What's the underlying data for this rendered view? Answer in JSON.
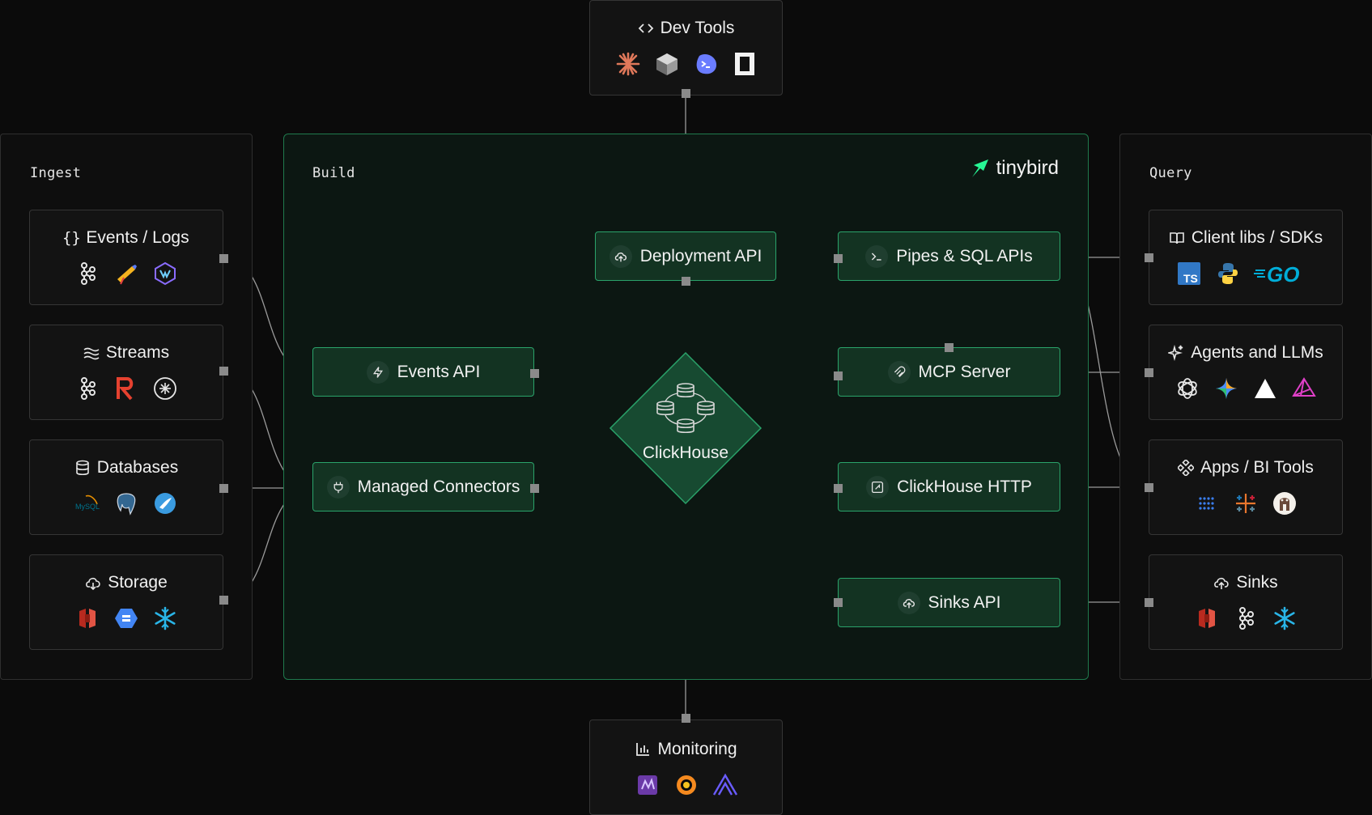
{
  "sections": {
    "ingest": "Ingest",
    "build": "Build",
    "query": "Query"
  },
  "brand": {
    "name": "tinybird",
    "color": "#27f795"
  },
  "center": {
    "label": "ClickHouse"
  },
  "ingest_cards": [
    {
      "title": "Events / Logs",
      "icon": "braces-icon",
      "logos": [
        "kafka-logo",
        "telescope-logo",
        "vector-logo"
      ]
    },
    {
      "title": "Streams",
      "icon": "waves-icon",
      "logos": [
        "kafka-logo",
        "redpanda-logo",
        "confluent-logo"
      ]
    },
    {
      "title": "Databases",
      "icon": "database-icon",
      "logos": [
        "mysql-logo",
        "postgres-logo",
        "mariadb-logo"
      ]
    },
    {
      "title": "Storage",
      "icon": "cloud-download-icon",
      "logos": [
        "aws-s3-logo",
        "gcs-logo",
        "snowflake-logo"
      ]
    }
  ],
  "query_cards": [
    {
      "title": "Client libs / SDKs",
      "icon": "book-icon",
      "logos": [
        "typescript-logo",
        "python-logo",
        "go-logo"
      ]
    },
    {
      "title": "Agents and LLMs",
      "icon": "sparkles-icon",
      "logos": [
        "openai-logo",
        "gemini-logo",
        "vercel-logo",
        "pyramid-logo"
      ]
    },
    {
      "title": "Apps / BI Tools",
      "icon": "grid-icon",
      "logos": [
        "dots-logo",
        "tableau-logo",
        "metabase-logo"
      ]
    },
    {
      "title": "Sinks",
      "icon": "cloud-upload-icon",
      "logos": [
        "aws-s3-logo",
        "kafka-logo",
        "snowflake-logo"
      ]
    }
  ],
  "devtools": {
    "title": "Dev Tools",
    "icon": "code-icon",
    "logos": [
      "claude-logo",
      "cube-logo",
      "terminal-logo",
      "cursor-logo"
    ]
  },
  "monitoring": {
    "title": "Monitoring",
    "icon": "bar-chart-icon",
    "logos": [
      "prometheus-logo",
      "grafana-logo",
      "datadog-logo"
    ]
  },
  "build_nodes": {
    "deployment_api": "Deployment API",
    "events_api": "Events API",
    "managed_connectors": "Managed Connectors",
    "pipes_sql": "Pipes & SQL APIs",
    "mcp_server": "MCP Server",
    "clickhouse_http": "ClickHouse HTTP",
    "sinks_api": "Sinks API"
  },
  "colors": {
    "background": "#0b0b0b",
    "accent_green": "#2aa36a",
    "node_fill": "#133322",
    "panel_border": "#2f2f2f"
  }
}
